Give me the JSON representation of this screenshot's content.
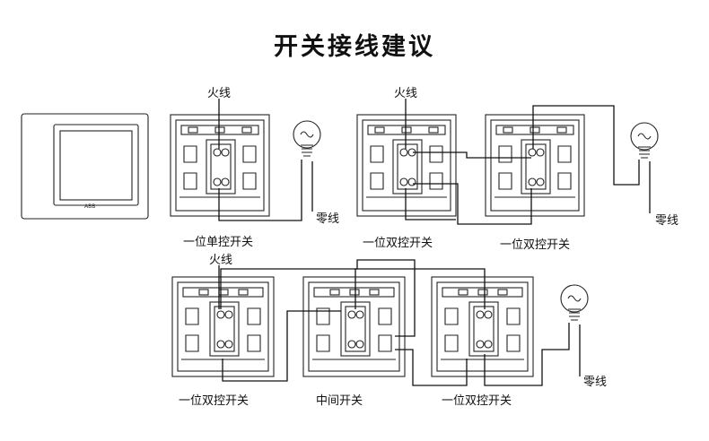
{
  "title": "开关接线建议",
  "switch_brand": "ABB",
  "labels": {
    "live": "火线",
    "neutral": "零线",
    "single_pole_switch": "一位单控开关",
    "two_way_switch": "一位双控开关",
    "intermediate_switch": "中间开关"
  },
  "colors": {
    "line": "#111111",
    "background": "#ffffff"
  }
}
